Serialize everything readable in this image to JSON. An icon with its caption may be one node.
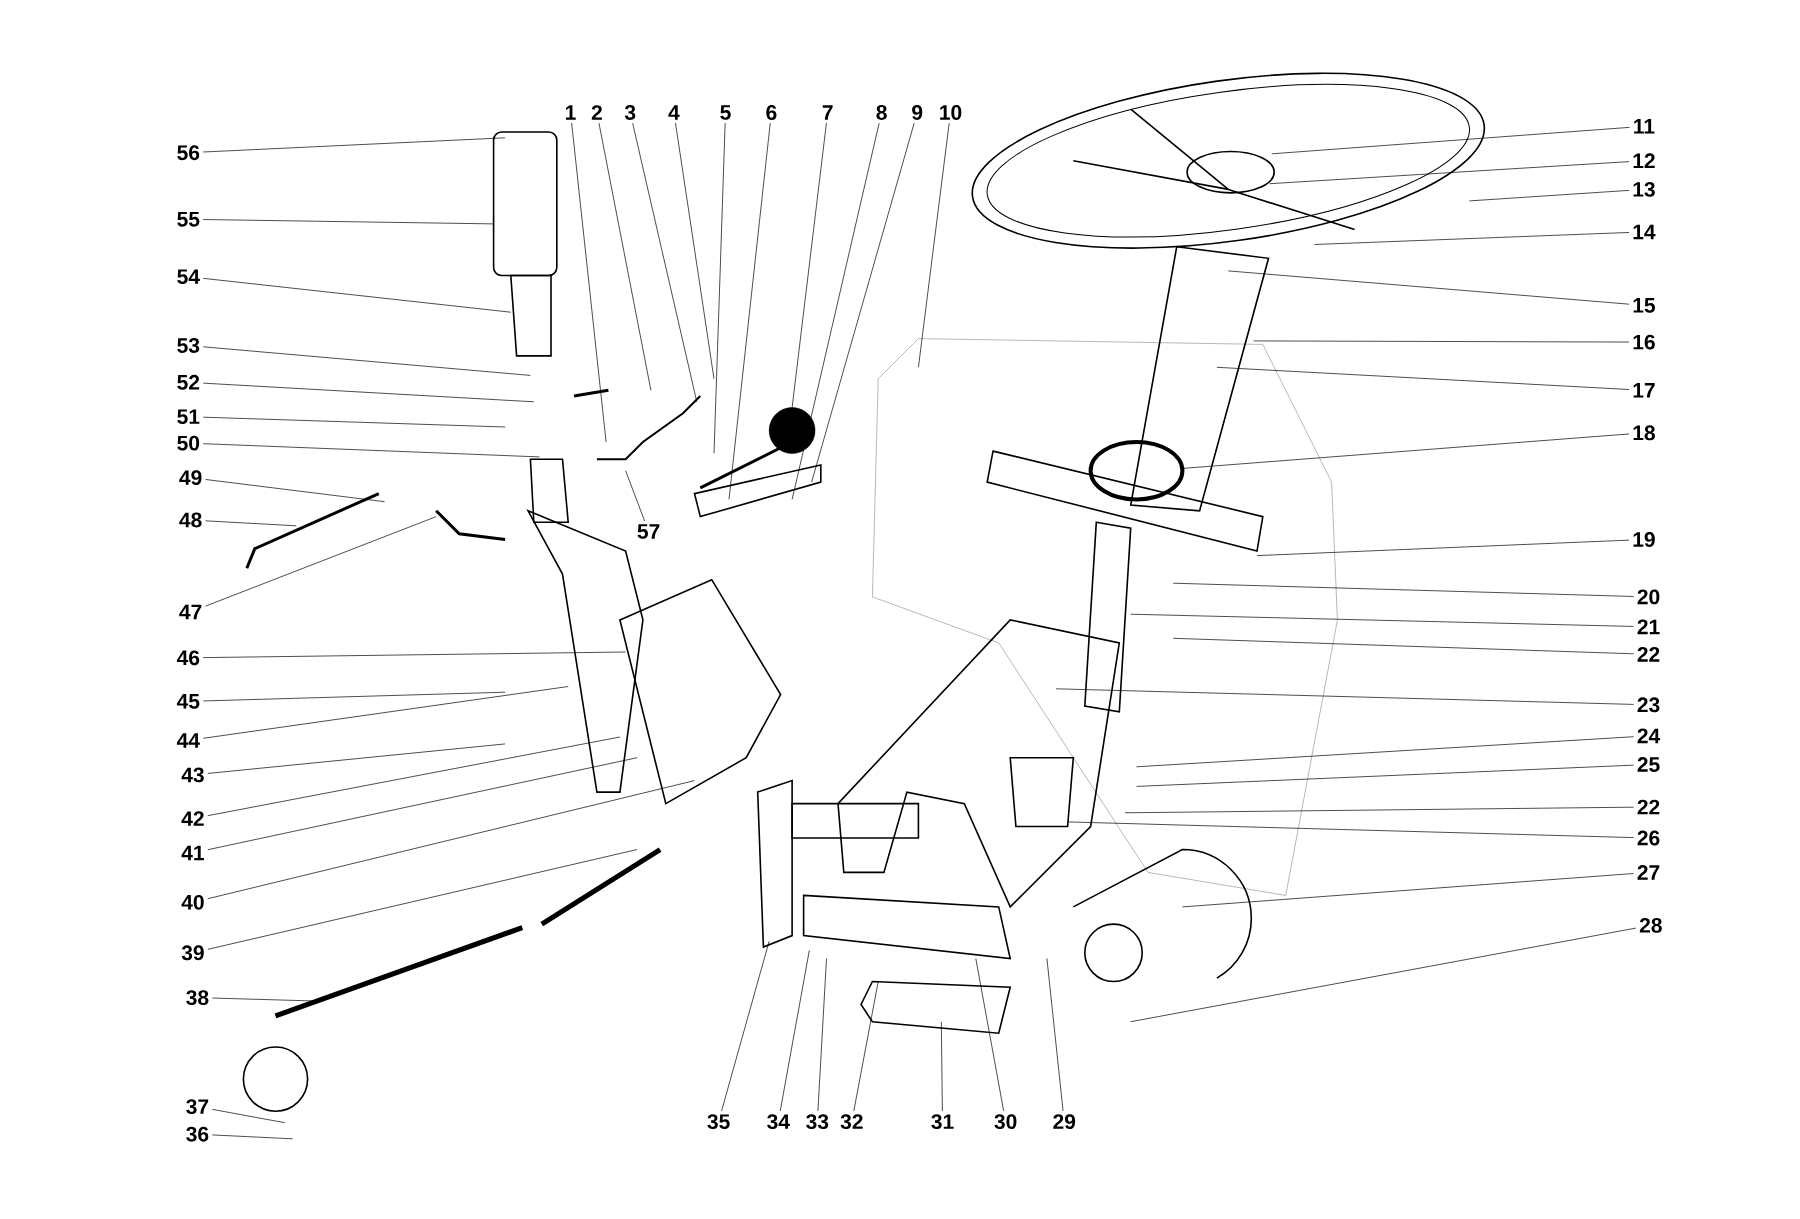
{
  "diagram": {
    "nodes": [
      {
        "text": [
          "1"
        ]
      },
      {
        "text": [
          "2"
        ]
      },
      {
        "text": [
          "3"
        ]
      },
      {
        "text": [
          "4"
        ]
      },
      {
        "text": [
          "5"
        ]
      },
      {
        "text": [
          "6"
        ]
      },
      {
        "text": [
          "7"
        ]
      },
      {
        "text": [
          "8"
        ]
      },
      {
        "text": [
          "9"
        ]
      },
      {
        "text": [
          "10"
        ]
      },
      {
        "text": [
          "11"
        ]
      },
      {
        "text": [
          "12"
        ]
      },
      {
        "text": [
          "13"
        ]
      },
      {
        "text": [
          "14"
        ]
      },
      {
        "text": [
          "15"
        ]
      },
      {
        "text": [
          "16"
        ]
      },
      {
        "text": [
          "17"
        ]
      },
      {
        "text": [
          "18"
        ]
      },
      {
        "text": [
          "19"
        ]
      },
      {
        "text": [
          "20"
        ]
      },
      {
        "text": [
          "21"
        ]
      },
      {
        "text": [
          "22"
        ]
      },
      {
        "text": [
          "22"
        ]
      },
      {
        "text": [
          "23"
        ]
      },
      {
        "text": [
          "24"
        ]
      },
      {
        "text": [
          "25"
        ]
      },
      {
        "text": [
          "26"
        ]
      },
      {
        "text": [
          "27"
        ]
      },
      {
        "text": [
          "28"
        ]
      },
      {
        "text": [
          "29"
        ]
      },
      {
        "text": [
          "30"
        ]
      },
      {
        "text": [
          "31"
        ]
      },
      {
        "text": [
          "32"
        ]
      },
      {
        "text": [
          "33"
        ]
      },
      {
        "text": [
          "34"
        ]
      },
      {
        "text": [
          "35"
        ]
      },
      {
        "text": [
          "36"
        ]
      },
      {
        "text": [
          "37"
        ]
      },
      {
        "text": [
          "38"
        ]
      },
      {
        "text": [
          "39"
        ]
      },
      {
        "text": [
          "40"
        ]
      },
      {
        "text": [
          "41"
        ]
      },
      {
        "text": [
          "42"
        ]
      },
      {
        "text": [
          "43"
        ]
      },
      {
        "text": [
          "44"
        ]
      },
      {
        "text": [
          "45"
        ]
      },
      {
        "text": [
          "46"
        ]
      },
      {
        "text": [
          "47"
        ]
      },
      {
        "text": [
          "48"
        ]
      },
      {
        "text": [
          "49"
        ]
      },
      {
        "text": [
          "50"
        ]
      },
      {
        "text": [
          "51"
        ]
      },
      {
        "text": [
          "52"
        ]
      },
      {
        "text": [
          "53"
        ]
      },
      {
        "text": [
          "54"
        ]
      },
      {
        "text": [
          "55"
        ]
      },
      {
        "text": [
          "56"
        ]
      },
      {
        "text": [
          "57"
        ]
      }
    ],
    "edges": [
      {
        "from": 0,
        "to": null,
        "arrow": "none"
      },
      {
        "from": 1,
        "to": null,
        "arrow": "none"
      },
      {
        "from": 2,
        "to": null,
        "arrow": "none"
      },
      {
        "from": 3,
        "to": null,
        "arrow": "none"
      },
      {
        "from": 4,
        "to": null,
        "arrow": "none"
      },
      {
        "from": 5,
        "to": null,
        "arrow": "none"
      },
      {
        "from": 6,
        "to": null,
        "arrow": "none"
      },
      {
        "from": 7,
        "to": null,
        "arrow": "none"
      },
      {
        "from": 8,
        "to": null,
        "arrow": "none"
      },
      {
        "from": 9,
        "to": null,
        "arrow": "none"
      },
      {
        "from": 10,
        "to": null,
        "arrow": "none"
      },
      {
        "from": 11,
        "to": null,
        "arrow": "none"
      },
      {
        "from": 12,
        "to": null,
        "arrow": "none"
      },
      {
        "from": 13,
        "to": null,
        "arrow": "none"
      },
      {
        "from": 14,
        "to": null,
        "arrow": "none"
      },
      {
        "from": 15,
        "to": null,
        "arrow": "none"
      },
      {
        "from": 16,
        "to": null,
        "arrow": "none"
      },
      {
        "from": 17,
        "to": null,
        "arrow": "none"
      },
      {
        "from": 18,
        "to": null,
        "arrow": "none"
      },
      {
        "from": 19,
        "to": null,
        "arrow": "none"
      },
      {
        "from": 20,
        "to": null,
        "arrow": "none"
      },
      {
        "from": 21,
        "to": null,
        "arrow": "none"
      },
      {
        "from": 22,
        "to": null,
        "arrow": "none"
      },
      {
        "from": 23,
        "to": null,
        "arrow": "none"
      },
      {
        "from": 24,
        "to": null,
        "arrow": "none"
      },
      {
        "from": 25,
        "to": null,
        "arrow": "none"
      },
      {
        "from": 26,
        "to": null,
        "arrow": "none"
      },
      {
        "from": 27,
        "to": null,
        "arrow": "none"
      },
      {
        "from": 28,
        "to": null,
        "arrow": "none"
      },
      {
        "from": 29,
        "to": null,
        "arrow": "none"
      },
      {
        "from": 30,
        "to": null,
        "arrow": "none"
      },
      {
        "from": 31,
        "to": null,
        "arrow": "none"
      },
      {
        "from": 32,
        "to": null,
        "arrow": "none"
      },
      {
        "from": 33,
        "to": null,
        "arrow": "none"
      },
      {
        "from": 34,
        "to": null,
        "arrow": "none"
      },
      {
        "from": 35,
        "to": null,
        "arrow": "none"
      },
      {
        "from": 36,
        "to": null,
        "arrow": "none"
      },
      {
        "from": 37,
        "to": null,
        "arrow": "none"
      },
      {
        "from": 38,
        "to": null,
        "arrow": "none"
      },
      {
        "from": 39,
        "to": null,
        "arrow": "none"
      },
      {
        "from": 40,
        "to": null,
        "arrow": "none"
      },
      {
        "from": 41,
        "to": null,
        "arrow": "none"
      },
      {
        "from": 42,
        "to": null,
        "arrow": "none"
      },
      {
        "from": 43,
        "to": null,
        "arrow": "none"
      },
      {
        "from": 44,
        "to": null,
        "arrow": "none"
      },
      {
        "from": 45,
        "to": null,
        "arrow": "none"
      },
      {
        "from": 46,
        "to": null,
        "arrow": "none"
      },
      {
        "from": 47,
        "to": null,
        "arrow": "none"
      },
      {
        "from": 48,
        "to": null,
        "arrow": "none"
      },
      {
        "from": 49,
        "to": null,
        "arrow": "none"
      },
      {
        "from": 50,
        "to": null,
        "arrow": "none"
      },
      {
        "from": 51,
        "to": null,
        "arrow": "none"
      },
      {
        "from": 52,
        "to": null,
        "arrow": "none"
      },
      {
        "from": 53,
        "to": null,
        "arrow": "none"
      },
      {
        "from": 54,
        "to": null,
        "arrow": "none"
      },
      {
        "from": 55,
        "to": null,
        "arrow": "none"
      },
      {
        "from": 56,
        "to": null,
        "arrow": "none"
      },
      {
        "from": 57,
        "to": null,
        "arrow": "none"
      }
    ]
  }
}
